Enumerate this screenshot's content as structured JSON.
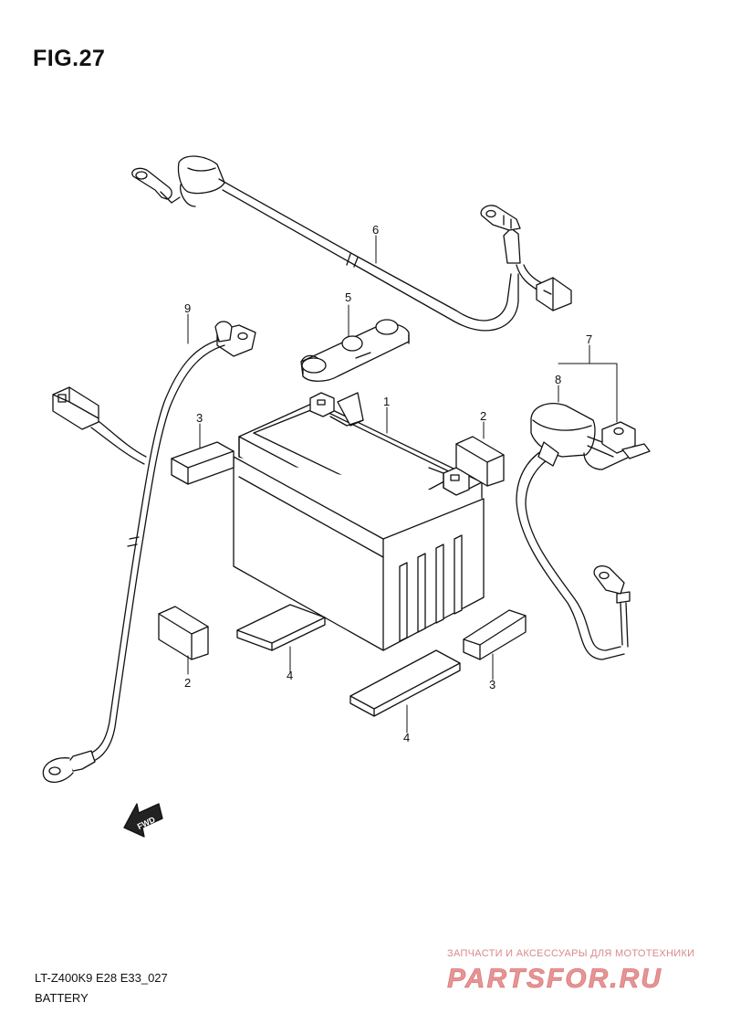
{
  "figure": {
    "title": "FIG.27"
  },
  "model": {
    "code": "LT-Z400K9 E28 E33_027",
    "name": "BATTERY"
  },
  "fwd": {
    "label": "FWD"
  },
  "callouts": {
    "c1": "1",
    "c2a": "2",
    "c2b": "2",
    "c3a": "3",
    "c3b": "3",
    "c4a": "4",
    "c4b": "4",
    "c5": "5",
    "c6": "6",
    "c7": "7",
    "c8": "8",
    "c9": "9"
  },
  "watermark": {
    "tagline": "ЗАПЧАСТИ И АКСЕССУАРЫ ДЛЯ МОТОТЕХНИКИ",
    "logo": "PARTSFOR.RU",
    "color": "#e07070"
  }
}
